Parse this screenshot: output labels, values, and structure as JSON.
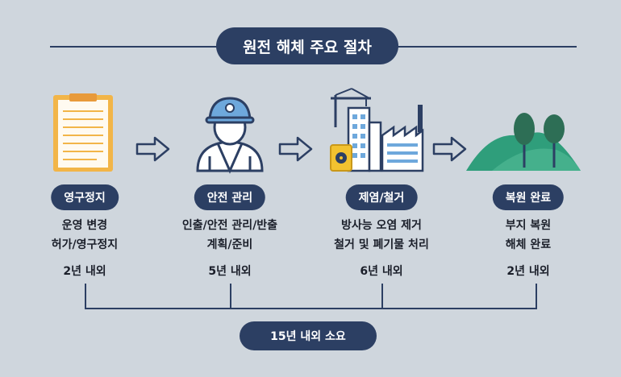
{
  "title": "원전 해체 주요 절차",
  "colors": {
    "navy": "#2c3f63",
    "background": "#cfd6dd"
  },
  "steps": [
    {
      "label": "영구정지",
      "desc": [
        "운영 변경",
        "허가/영구정지"
      ],
      "duration": "2년 내외",
      "icon": "clipboard-icon"
    },
    {
      "label": "안전 관리",
      "desc": [
        "인출/안전 관리/반출",
        "계획/준비"
      ],
      "duration": "5년 내외",
      "icon": "worker-icon"
    },
    {
      "label": "제염/철거",
      "desc": [
        "방사능 오염 제거",
        "철거 및 폐기물 처리"
      ],
      "duration": "6년 내외",
      "icon": "plant-demolition-icon"
    },
    {
      "label": "복원 완료",
      "desc": [
        "부지 복원",
        "해체 완료"
      ],
      "duration": "2년 내외",
      "icon": "hills-trees-icon"
    }
  ],
  "total": "15년 내외 소요"
}
